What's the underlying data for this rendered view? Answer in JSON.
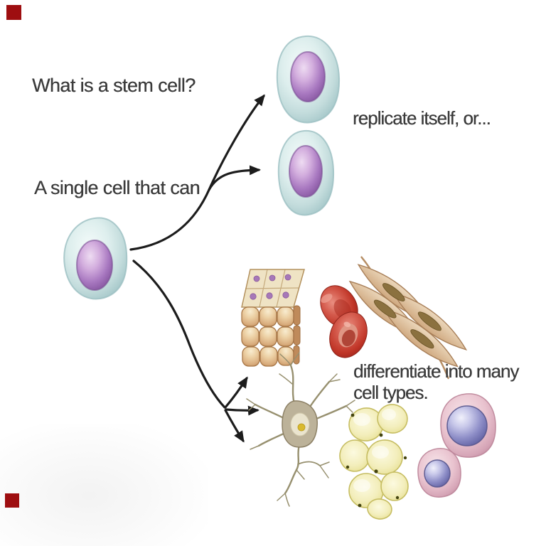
{
  "canvas": {
    "background": "#ffffff"
  },
  "corner_markers": {
    "top_left": {
      "color": "#9e0e10"
    },
    "bottom_left": {
      "color": "#9e0e10"
    }
  },
  "labels": {
    "question": "What is a stem cell?",
    "subject": "A single cell that can",
    "replicate": "replicate itself, or...",
    "differentiate_line1": "differentiate into many",
    "differentiate_line2": "cell types."
  },
  "illustrations": {
    "stem_cell": "parent stem cell with purple nucleus",
    "replicated_cell_top": "replicated stem cell (top)",
    "replicated_cell_bottom": "replicated stem cell (bottom)",
    "epithelial_tissue": "block of epithelial cells",
    "red_blood_cells": "two red blood cells",
    "smooth_muscle": "spindle-shaped smooth muscle cells",
    "neuron": "nerve cell with dendrites",
    "fat_cells": "cluster of yellow fat cells",
    "white_blood_cell_large": "large white blood cell",
    "white_blood_cell_small": "small white blood cell"
  },
  "colors": {
    "text": "#3b3b3b",
    "arrow": "#1c1c1c",
    "cell_cytoplasm": "#cfe3e2",
    "cell_nucleus": "#9a6cb4",
    "tissue_tan": "#d9ad7e",
    "red_blood_cell": "#c23a30",
    "muscle_tan": "#cfa87f",
    "neuron_olive": "#97906f",
    "fat_yellow": "#f3eebc",
    "wbc_pink": "#e9c3cf",
    "wbc_nucleus": "#6868a8",
    "marker_red": "#9e0e10"
  }
}
